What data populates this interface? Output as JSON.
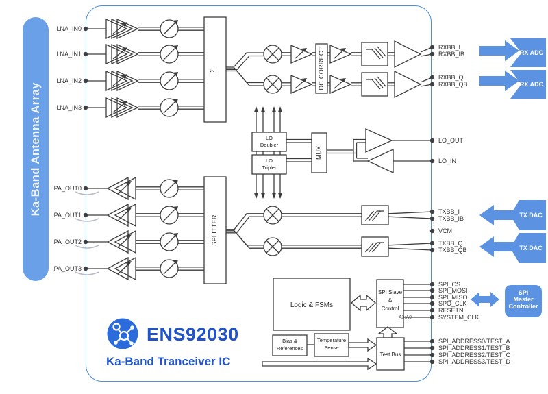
{
  "sidebar": {
    "label": "Ka-Band Antenna Array"
  },
  "logo": {
    "part_number": "ENS92030",
    "subtitle": "Ka-Band Tranceiver IC"
  },
  "pins": {
    "lna": [
      "LNA_IN0",
      "LNA_IN1",
      "LNA_IN2",
      "LNA_IN3"
    ],
    "pa": [
      "PA_OUT0",
      "PA_OUT1",
      "PA_OUT2",
      "PA_OUT3"
    ],
    "rxbb": [
      "RXBB_I",
      "RXBB_IB",
      "RXBB_Q",
      "RXBB_QB"
    ],
    "lo": [
      "LO_OUT",
      "LO_IN"
    ],
    "txbb": [
      "TXBB_I",
      "TXBB_IB",
      "TXBB_Q",
      "TXBB_QB"
    ],
    "vcm": "VCM",
    "spi": [
      "SPI_CS",
      "SPI_MOSI",
      "SPI_MISO",
      "SPO_CLK",
      "RESETN",
      "SYSTEM_CLK"
    ],
    "address": [
      "SPI_ADDRESS0/TEST_A",
      "SPI_ADDRESS1/TEST_B",
      "SPI_ADDRESS2/TEST_C",
      "SPI_ADDRESS3/TEST_D"
    ]
  },
  "blocks": {
    "sum": "Σ",
    "splitter": "SPLITTER",
    "dc_correct": "DC CORRECT",
    "lo_doubler_l1": "LO",
    "lo_doubler_l2": "Doubler",
    "lo_tripler_l1": "LO",
    "lo_tripler_l2": "Tripler",
    "mux": "MUX",
    "logic_fsms": "Logic & FSMs",
    "spi_slave_l1": "SPI Slave",
    "spi_slave_l2": "&",
    "spi_slave_l3": "Control",
    "test_bus": "Test Bus",
    "bias_l1": "Bias &",
    "bias_l2": "References",
    "temp_l1": "Temperature",
    "temp_l2": "Sense",
    "a3a0": "A3:A0",
    "rx_adc": "RX ADC",
    "tx_dac": "TX DAC",
    "spi_master_l1": "SPI",
    "spi_master_l2": "Master",
    "spi_master_l3": "Controller"
  },
  "colors": {
    "accent": "#5b93e2",
    "sidebar": "#69a0e8",
    "border": "#4a90d8",
    "logo_circle": "#2b6bdb",
    "logo_text": "#2154cb",
    "line": "#3d3d3d"
  }
}
